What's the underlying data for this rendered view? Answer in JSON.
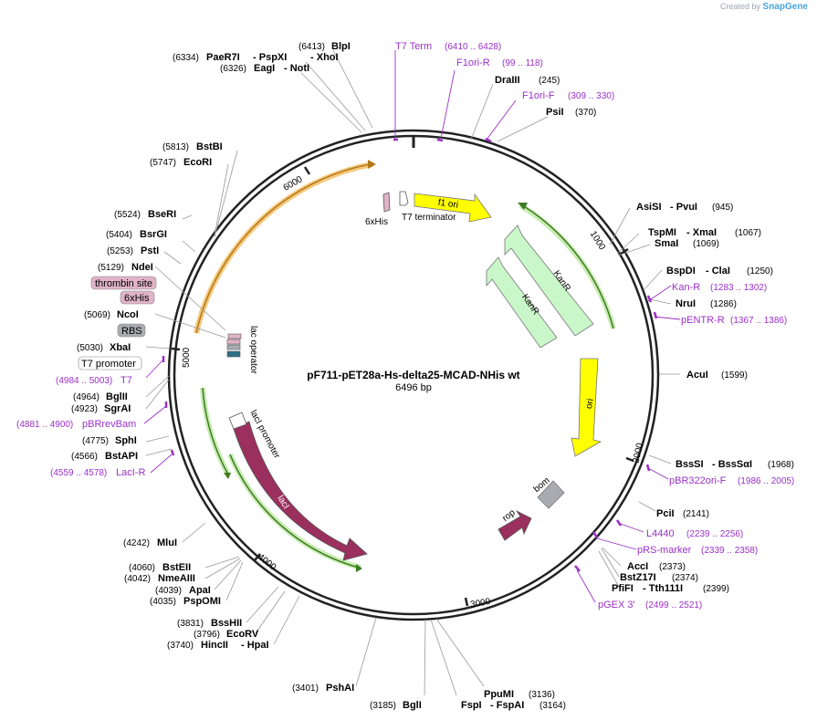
{
  "header": {
    "created_by": "Created by",
    "brand": "SnapGene"
  },
  "plasmid": {
    "name": "pF711-pET28a-Hs-delta25-MCAD-NHis wt",
    "size": "6496 bp"
  },
  "ticks": [
    "1000",
    "2000",
    "3000",
    "4000",
    "5000",
    "6000"
  ],
  "enzymes": {
    "blpi": "BlpI",
    "blpi_pos": "(6413)",
    "paer7i": "PaeR7I",
    "pspxi": "PspXI",
    "xhoi": "XhoI",
    "paer7i_pos": "(6334)",
    "eagi": "EagI",
    "noti": "NotI",
    "eagi_pos": "(6326)",
    "draiii": "DraIII",
    "draiii_pos": "(245)",
    "psii": "PsiI",
    "psii_pos": "(370)",
    "bstbi": "BstBI",
    "bstbi_pos": "(5813)",
    "ecori": "EcoRI",
    "ecori_pos": "(5747)",
    "bseri": "BseRI",
    "bseri_pos": "(5524)",
    "bsrgi": "BsrGI",
    "bsrgi_pos": "(5404)",
    "psti": "PstI",
    "psti_pos": "(5253)",
    "ndei": "NdeI",
    "ndei_pos": "(5129)",
    "ncoi": "NcoI",
    "ncoi_pos": "(5069)",
    "xbai": "XbaI",
    "xbai_pos": "(5030)",
    "bglii": "BglII",
    "bglii_pos": "(4964)",
    "sgrai": "SgrAI",
    "sgrai_pos": "(4923)",
    "sphi": "SphI",
    "sphi_pos": "(4775)",
    "bstapi": "BstAPI",
    "bstapi_pos": "(4566)",
    "mlui": "MluI",
    "mlui_pos": "(4242)",
    "bsteii": "BstEII",
    "bsteii_pos": "(4060)",
    "nmeaiii": "NmeAIII",
    "nmeaiii_pos": "(4042)",
    "apai": "ApaI",
    "apai_pos": "(4039)",
    "pspomi": "PspOMI",
    "pspomi_pos": "(4035)",
    "bsshii": "BssHII",
    "bsshii_pos": "(3831)",
    "ecorv": "EcoRV",
    "ecorv_pos": "(3796)",
    "hincii": "HincII",
    "hpai": "HpaI",
    "hincii_pos": "(3740)",
    "pshai": "PshAI",
    "pshai_pos": "(3401)",
    "bgli": "BglI",
    "bgli_pos": "(3185)",
    "fspi": "FspI",
    "fspai": "FspAI",
    "fspi_pos": "(3164)",
    "ppumi": "PpuMI",
    "ppumi_pos": "(3136)",
    "asisi": "AsiSI",
    "pvui": "PvuI",
    "asisi_pos": "(945)",
    "tspmi": "TspMI",
    "xmai": "XmaI",
    "tspmi_pos": "(1067)",
    "smai": "SmaI",
    "smai_pos": "(1069)",
    "bspdi": "BspDI",
    "clai": "ClaI",
    "bspdi_pos": "(1250)",
    "nrui": "NruI",
    "nrui_pos": "(1286)",
    "acui": "AcuI",
    "acui_pos": "(1599)",
    "bsssi": "BssSI",
    "bsssai": "BssSαI",
    "bsssi_pos": "(1968)",
    "pcii": "PciI",
    "pcii_pos": "(2141)",
    "acci": "AccI",
    "acci_pos": "(2373)",
    "bstz17i": "BstZ17I",
    "bstz17i_pos": "(2374)",
    "pfifi": "PfiFI",
    "tth111i": "Tth111I",
    "pfifi_pos": "(2399)"
  },
  "primers": {
    "t7term": "T7 Term",
    "t7term_pos": "(6410 .. 6428)",
    "f1orir": "F1ori-R",
    "f1orir_pos": "(99 .. 118)",
    "f1orif": "F1ori-F",
    "f1orif_pos": "(309 .. 330)",
    "kanr": "Kan-R",
    "kanr_pos": "(1283 .. 1302)",
    "pentrr": "pENTR-R",
    "pentrr_pos": "(1367 .. 1386)",
    "pbr322": "pBR322ori-F",
    "pbr322_pos": "(1986 .. 2005)",
    "l4440": "L4440",
    "l4440_pos": "(2239 .. 2256)",
    "prsmarker": "pRS-marker",
    "prsmarker_pos": "(2339 .. 2358)",
    "pgex3": "pGEX 3'",
    "pgex3_pos": "(2499 .. 2521)",
    "t7": "T7",
    "t7_pos": "(4984 .. 5003)",
    "pbrrevbam": "pBRrevBam",
    "pbrrevbam_pos": "(4881 .. 4900)",
    "laciR": "LacI-R",
    "laciR_pos": "(4559 .. 4578)"
  },
  "features": {
    "thrombin": "thrombin site",
    "sixhis": "6xHis",
    "rbs": "RBS",
    "t7promoter": "T7 promoter",
    "t7terminator": "T7 terminator",
    "sixhis_inner": "6xHis",
    "f1ori": "f1 ori",
    "kanr1": "KanR",
    "kanr2": "KanR",
    "ori": "ori",
    "bom": "bom",
    "rop": "rop",
    "lacoperator": "lac operator",
    "lacipromoter": "lacI promoter",
    "laci": "lacI"
  },
  "colors": {
    "backbone": "#222222",
    "f1ori": "#ffff00",
    "kanr": "#c7f5c7",
    "laci": "#9b2f5e",
    "bom": "#a8acb0",
    "rop": "#9b2f5e",
    "primer": "#9b30c8",
    "line": "#888888",
    "orange": "#f5b048",
    "green": "#8bd05b"
  }
}
